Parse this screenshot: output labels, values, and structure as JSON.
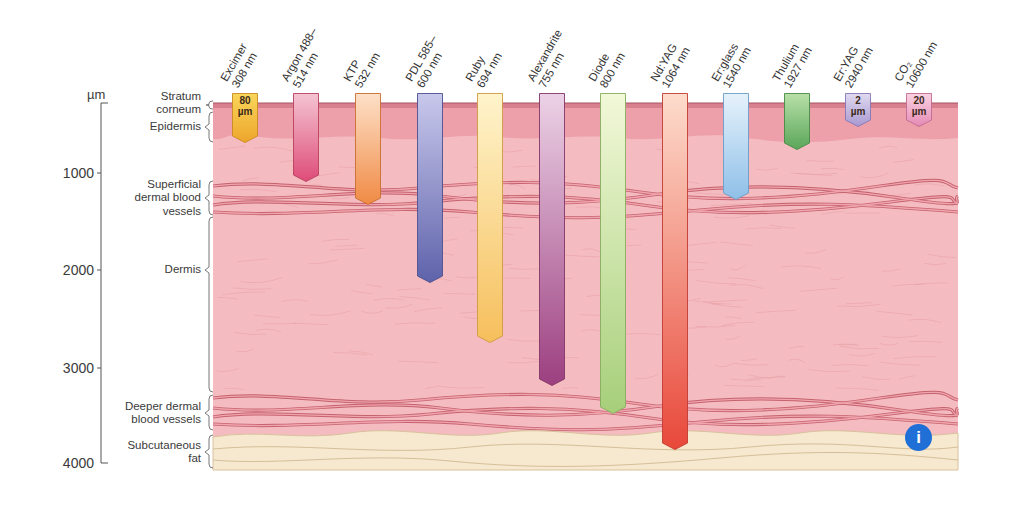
{
  "diagram": {
    "nodes": [
      {
        "text": [
          "Excimer 308 nm",
          "80 µm"
        ]
      },
      {
        "text": [
          "Argon 488–514 nm"
        ]
      },
      {
        "text": [
          "KTP 532 nm"
        ]
      },
      {
        "text": [
          "PDL 585–600 nm"
        ]
      },
      {
        "text": [
          "Ruby 694 nm"
        ]
      },
      {
        "text": [
          "Alexandrite 755 nm"
        ]
      },
      {
        "text": [
          "Diode 800 nm"
        ]
      },
      {
        "text": [
          "Nd:YAG 1064 nm"
        ]
      },
      {
        "text": [
          "Er:glass 1540 nm"
        ]
      },
      {
        "text": [
          "Thulium 1927 nm"
        ]
      },
      {
        "text": [
          "Er:YAG 2940 nm",
          "2 µm"
        ]
      },
      {
        "text": [
          "CO₂ 10600 nm",
          "20 µm"
        ]
      },
      {
        "text": [
          "i"
        ]
      }
    ],
    "labels": [
      "µm",
      "Stratum corneum",
      "Epidermis",
      "1000",
      "Superficial dermal blood vessels",
      "2000",
      "Dermis",
      "3000",
      "Deeper dermal blood vessels",
      "4000",
      "Subcutaneous fat"
    ]
  }
}
